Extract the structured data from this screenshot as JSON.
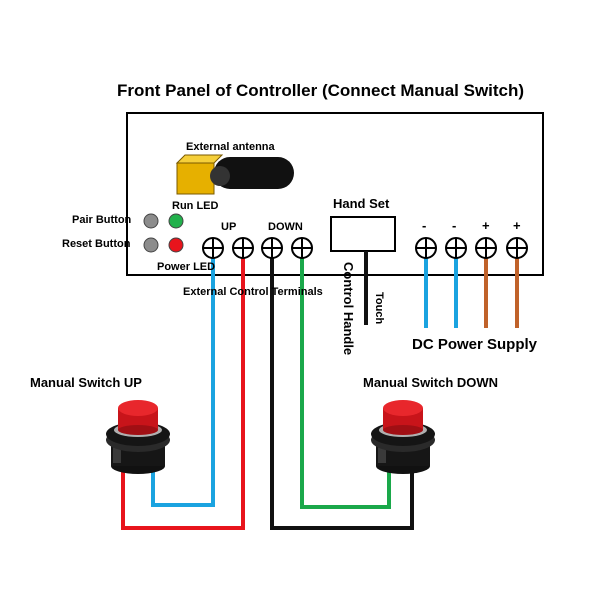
{
  "title": "Front Panel of Controller (Connect Manual Switch)",
  "labels": {
    "external_antenna": "External antenna",
    "run_led": "Run LED",
    "pair_button": "Pair Button",
    "reset_button": "Reset Button",
    "power_led": "Power LED",
    "up": "UP",
    "down": "DOWN",
    "hand_set": "Hand Set",
    "external_control_terminals": "External Control Terminals",
    "control_handle": "Control Handle",
    "touch": "Touch",
    "minus_1": "-",
    "minus_2": "-",
    "plus_1": "+",
    "plus_2": "+",
    "dc_power_supply": "DC Power Supply",
    "manual_switch_up": "Manual Switch UP",
    "manual_switch_down": "Manual Switch DOWN"
  },
  "colors": {
    "wire_blue": "#1aa3e0",
    "wire_red": "#e8141c",
    "wire_black": "#111111",
    "wire_green": "#1aa84a",
    "wire_orange": "#c0622a",
    "led_green": "#22b14c",
    "led_red": "#e8141c",
    "button_gray": "#8c8c8c",
    "antenna_yellow": "#e6b000"
  }
}
